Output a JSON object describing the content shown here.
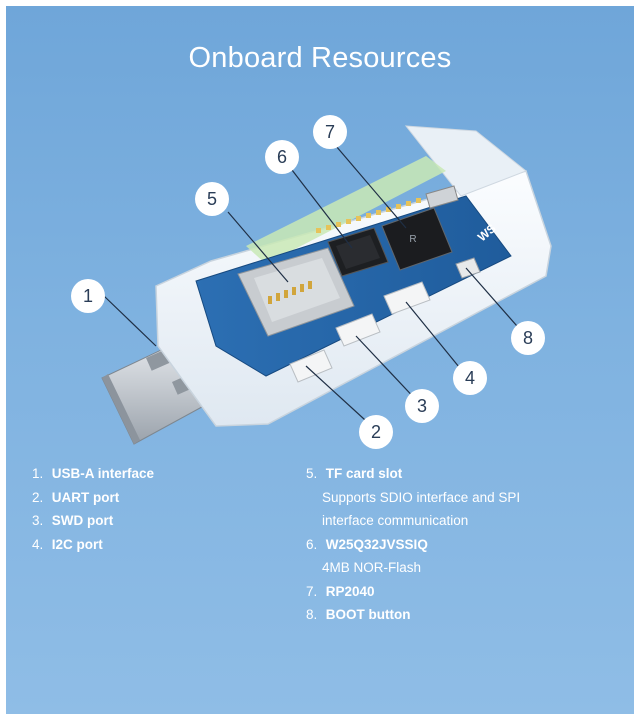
{
  "title": "Onboard Resources",
  "callouts": [
    "1",
    "2",
    "3",
    "4",
    "5",
    "6",
    "7",
    "8"
  ],
  "board_markings": {
    "logo": "WS",
    "chip_letter": "R"
  },
  "items_left": [
    {
      "num": "1.",
      "label": "USB-A interface"
    },
    {
      "num": "2.",
      "label": "UART port"
    },
    {
      "num": "3.",
      "label": "SWD port"
    },
    {
      "num": "4.",
      "label": "I2C port"
    }
  ],
  "items_right": [
    {
      "num": "5.",
      "label": "TF card slot",
      "desc": [
        "Supports SDIO interface and SPI",
        "interface communication"
      ]
    },
    {
      "num": "6.",
      "label": "W25Q32JVSSIQ",
      "desc": [
        "4MB NOR-Flash"
      ]
    },
    {
      "num": "7.",
      "label": "RP2040",
      "desc": []
    },
    {
      "num": "8.",
      "label": "BOOT button",
      "desc": []
    }
  ]
}
